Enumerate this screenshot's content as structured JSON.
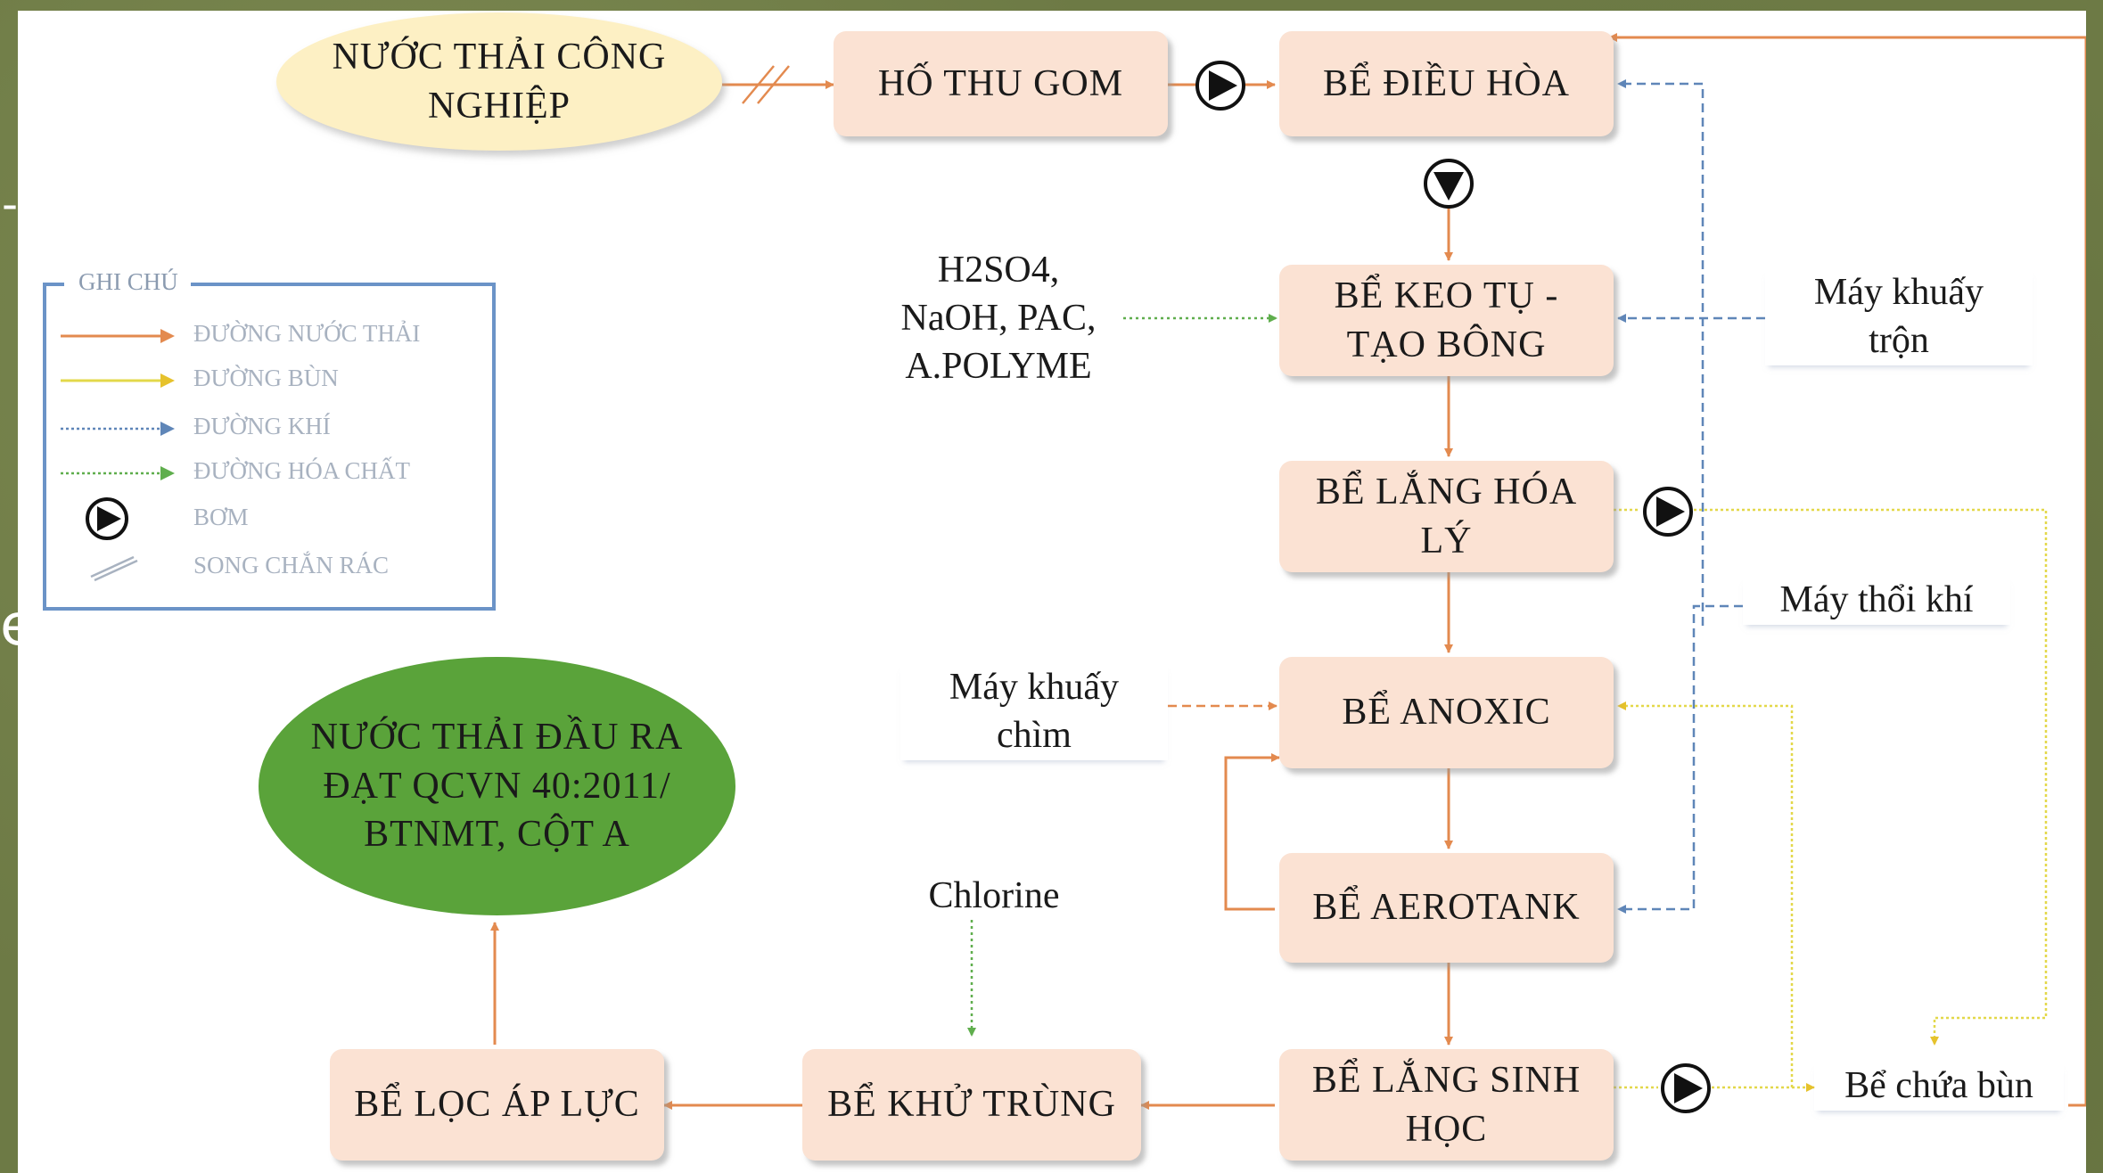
{
  "process": {
    "source": "NƯỚC THẢI CÔNG\nNGHIỆP",
    "collection_pit": "HỐ THU GOM",
    "equalization_tank": "BỂ ĐIỀU HÒA",
    "coagulation_tank": "BỂ KEO TỤ -\nTẠO BÔNG",
    "chemical_settling_tank": "BỂ LẮNG HÓA\nLÝ",
    "anoxic_tank": "BỂ ANOXIC",
    "aerotank": "BỂ AEROTANK",
    "biological_settling_tank": "BỂ LẮNG SINH\nHỌC",
    "disinfection_tank": "BỂ KHỬ TRÙNG",
    "pressure_filter": "BỂ LỌC ÁP LỰC",
    "output": "NƯỚC THẢI ĐẦU RA\nĐẠT QCVN 40:2011/\nBTNMT, CỘT A",
    "sludge_tank": "Bể chứa bùn"
  },
  "inputs": {
    "chemicals": "H2SO4,\nNaOH, PAC,\nA.POLYME",
    "mixer": "Máy khuấy\ntrộn",
    "blower": "Máy thổi khí",
    "submersible_mixer": "Máy khuấy\nchìm",
    "chlorine": "Chlorine"
  },
  "legend": {
    "title": "GHI CHÚ",
    "items": [
      "ĐƯỜNG NƯỚC THẢI",
      "ĐƯỜNG BÙN",
      "ĐƯỜNG KHÍ",
      "ĐƯỜNG HÓA CHẤT",
      "BƠM",
      "SONG CHẮN RÁC"
    ]
  },
  "edge_marks": {
    "left_dash": "-",
    "left_letter": "e"
  },
  "colors": {
    "wastewater_line": "#e38a4f",
    "sludge_line": "#e3d84a",
    "air_line": "#5f86b8",
    "chemical_line": "#5fae4d",
    "box_fill": "#fbe2d3",
    "output_fill": "#5aa33a",
    "input_fill": "#fdf0c4"
  },
  "icons": {
    "pump": "pump-icon",
    "screen": "bar-screen-icon"
  }
}
